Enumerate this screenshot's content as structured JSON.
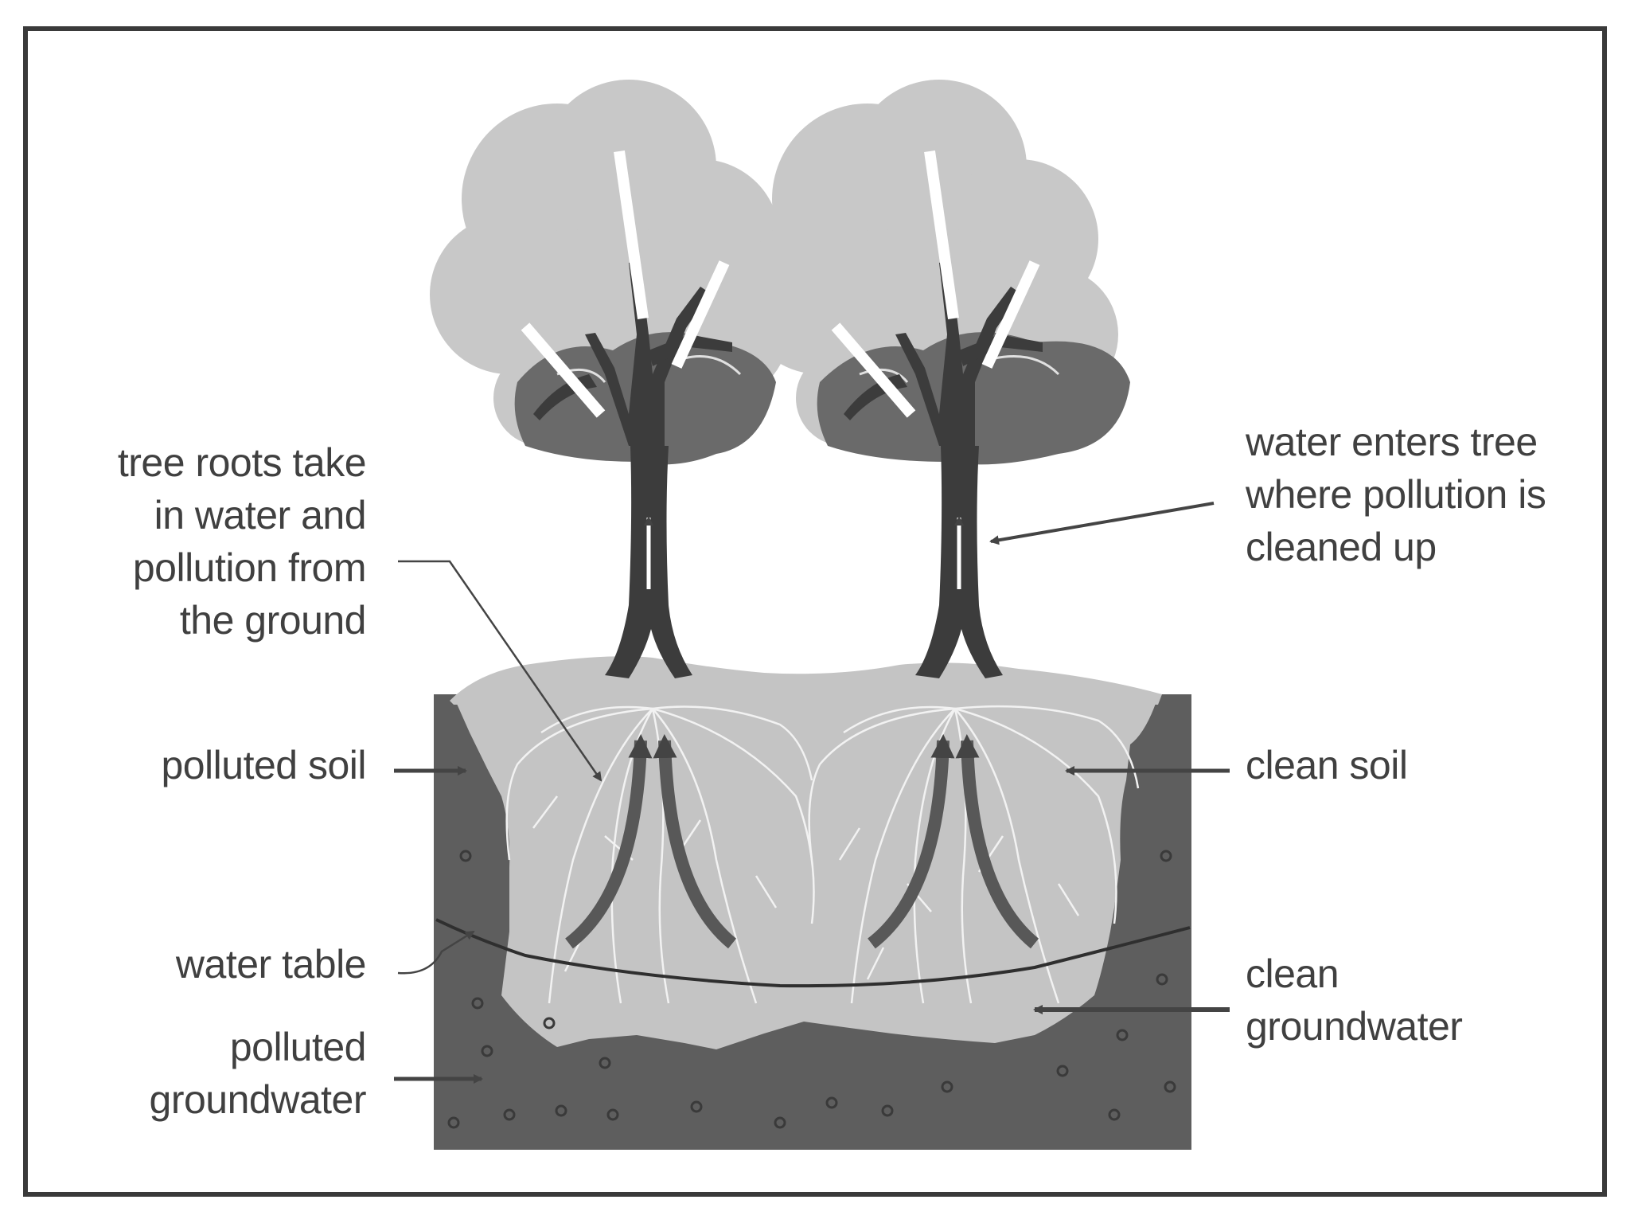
{
  "labels": {
    "roots": "tree roots take\nin water and\npollution from\nthe ground",
    "water_enters": "water enters tree\nwhere pollution is\ncleaned up",
    "polluted_soil": "polluted soil",
    "clean_soil": "clean soil",
    "water_table": "water table",
    "clean_groundwater": "clean\ngroundwater",
    "polluted_groundwater": "polluted\ngroundwater"
  },
  "colors": {
    "frame": "#3a3a3a",
    "text": "#404040",
    "polluted_ground": "#5e5e5e",
    "clean_zone": "#c4c4c4",
    "canopy_light": "#c8c8c8",
    "canopy_dark": "#6a6a6a",
    "trunk": "#3c3c3c",
    "arrows": "#444444"
  }
}
